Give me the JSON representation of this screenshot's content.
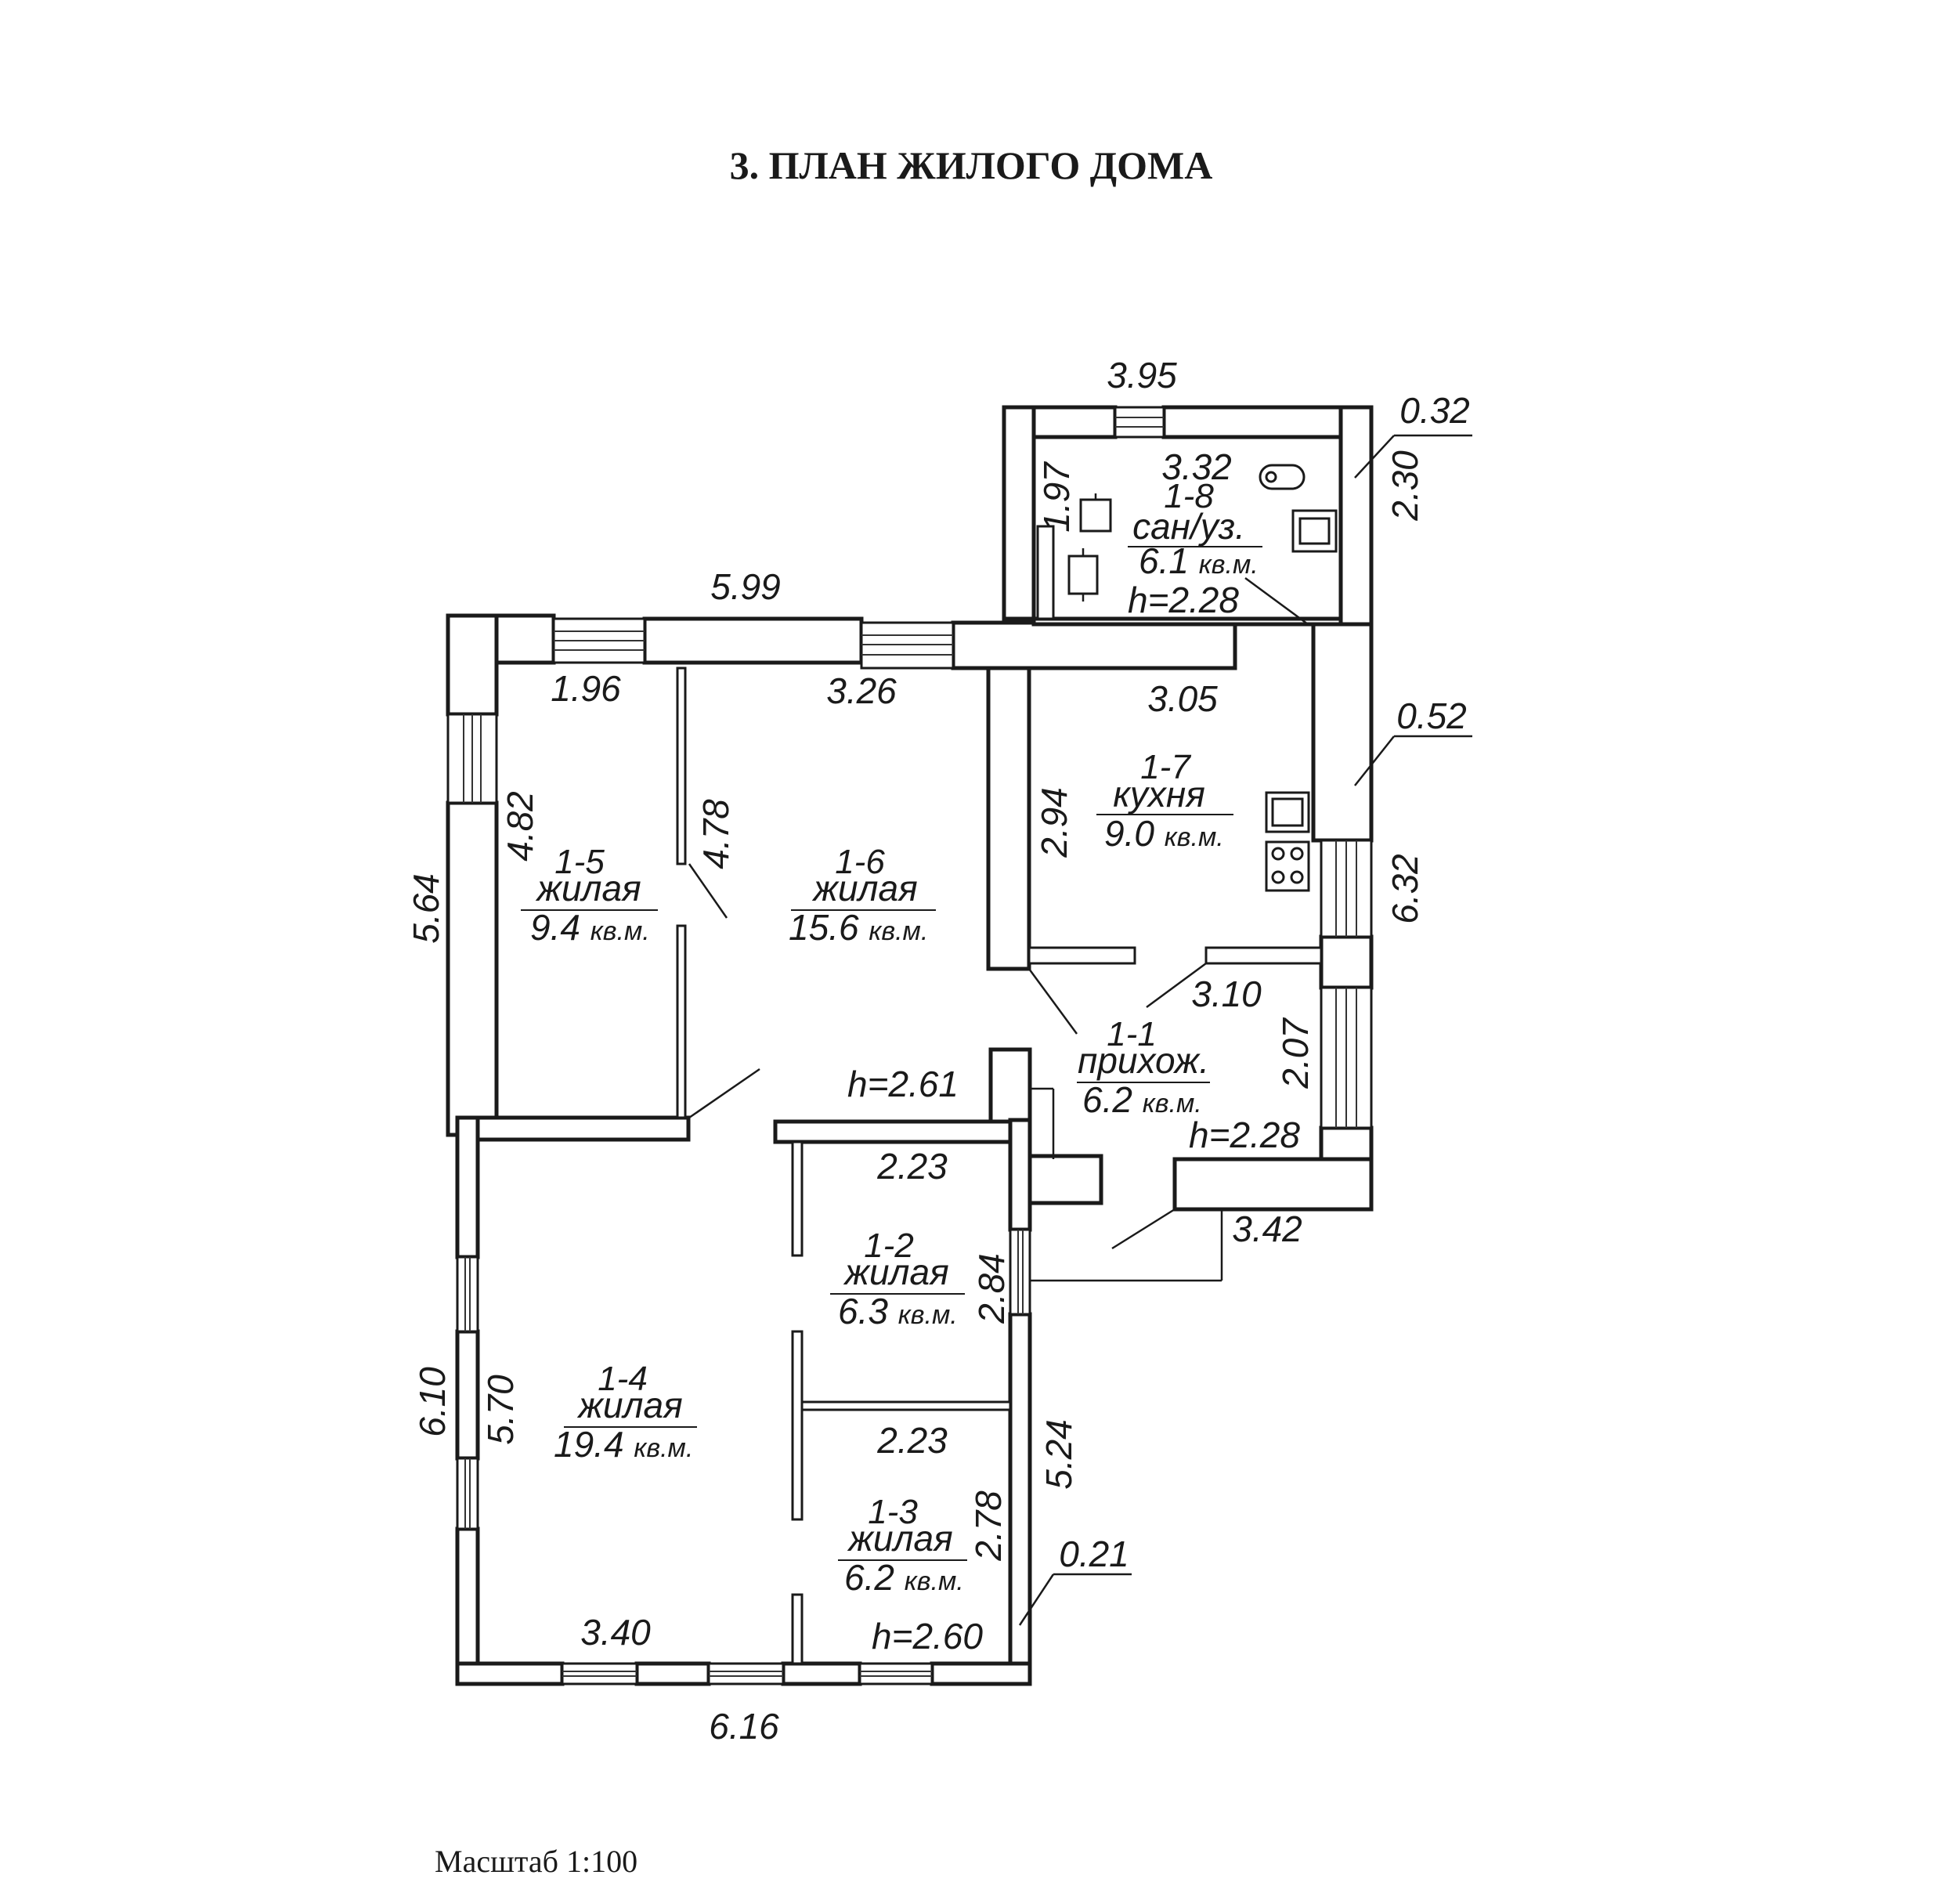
{
  "title": "3. ПЛАН ЖИЛОГО ДОМА",
  "scale": "Масштаб  1:100",
  "rooms": [
    {
      "id": "1-8",
      "name": "сан/уз.",
      "area": "6.1",
      "unit": "кв.м.",
      "height": "h=2.28"
    },
    {
      "id": "1-7",
      "name": "кухня",
      "area": "9.0",
      "unit": "кв.м."
    },
    {
      "id": "1-6",
      "name": "жилая",
      "area": "15.6",
      "unit": "кв.м."
    },
    {
      "id": "1-5",
      "name": "жилая",
      "area": "9.4",
      "unit": "кв.м."
    },
    {
      "id": "1-1",
      "name": "прихож.",
      "area": "6.2",
      "unit": "кв.м.",
      "height": "h=2.28"
    },
    {
      "id": "1-2",
      "name": "жилая",
      "area": "6.3",
      "unit": "кв.м."
    },
    {
      "id": "1-3",
      "name": "жилая",
      "area": "6.2",
      "unit": "кв.м.",
      "height": "h=2.60"
    },
    {
      "id": "1-4",
      "name": "жилая",
      "area": "19.4",
      "unit": "кв.м."
    }
  ],
  "heights": {
    "living_main": "h=2.61"
  },
  "dimensions": {
    "bath_outer_width": "3.95",
    "bath_wall": "0.32",
    "bath_inner_width": "3.32",
    "bath_inner_height": "1.97",
    "bath_outer_height": "2.30",
    "top_width": "5.99",
    "room15_width": "1.96",
    "room16_width": "3.26",
    "kitchen_width": "3.05",
    "wall_052": "0.52",
    "kitchen_height": "2.94",
    "right_height": "6.32",
    "room15_height_outer": "4.82",
    "room15_height_inner": "4.78",
    "left_height_upper": "5.64",
    "hall_width": "3.10",
    "hall_height": "2.07",
    "hall_outer_width": "3.42",
    "room12_width": "2.23",
    "room12_height": "2.84",
    "room13_width": "2.23",
    "room13_height": "2.78",
    "right_lower_height": "5.24",
    "wall_021": "0.21",
    "left_height_outer": "6.10",
    "left_height_inner": "5.70",
    "bottom_inner": "3.40",
    "bottom_outer": "6.16"
  }
}
